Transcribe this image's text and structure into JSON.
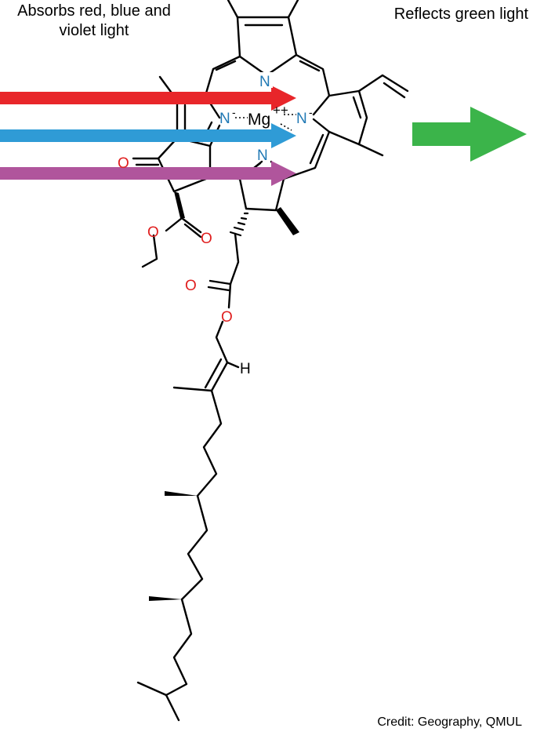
{
  "captions": {
    "absorbs": "Absorbs red, blue and violet light",
    "reflects": "Reflects green light",
    "credit": "Credit: Geography, QMUL"
  },
  "atoms": {
    "n_top": "N",
    "n_left": "N",
    "n_right": "N",
    "n_bottom": "N",
    "n_minus": "-",
    "mg": "Mg",
    "mg_charge": "++",
    "o_ketone": "O",
    "o_ester_single": "O",
    "o_ester_double": "O",
    "o_chain_double": "O",
    "o_chain_single": "O",
    "h_label": "H"
  },
  "colors": {
    "red_light": "#e8262a",
    "blue_light": "#2f9bd6",
    "violet_light": "#b0559c",
    "green_light": "#3bb44a",
    "nitrogen": "#1f78b4",
    "oxygen": "#e02020",
    "bond": "#000000"
  }
}
